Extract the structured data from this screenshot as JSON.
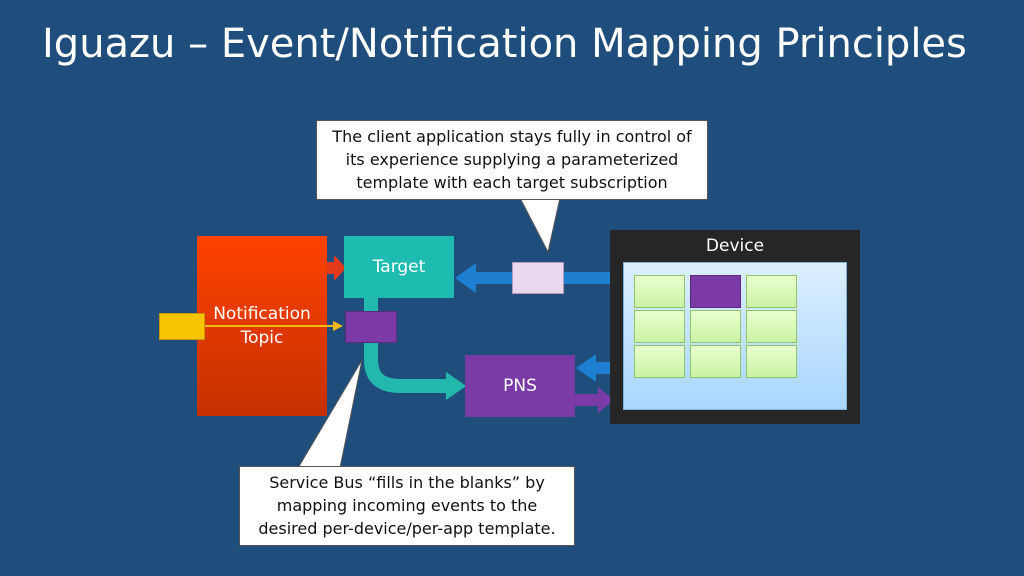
{
  "slide": {
    "title": "Iguazu – Event/Notification Mapping Principles"
  },
  "callouts": {
    "top": "The client application stays fully in control of its experience supplying a parameterized template with each target subscription",
    "bottom": "Service Bus “fills in the blanks” by mapping incoming events to the desired per-device/per-app template."
  },
  "boxes": {
    "topic": "Notification Topic",
    "target": "Target",
    "pns": "PNS",
    "device": "Device"
  },
  "colors": {
    "background": "#1f4e7d",
    "topic": "#ff4200",
    "target": "#1ebbb0",
    "pns": "#7a3aa6",
    "event": "#f6c400",
    "subscription": "#ead9ee",
    "tile": "#c9f2a3",
    "arrow_blue": "#1e7fd0"
  }
}
